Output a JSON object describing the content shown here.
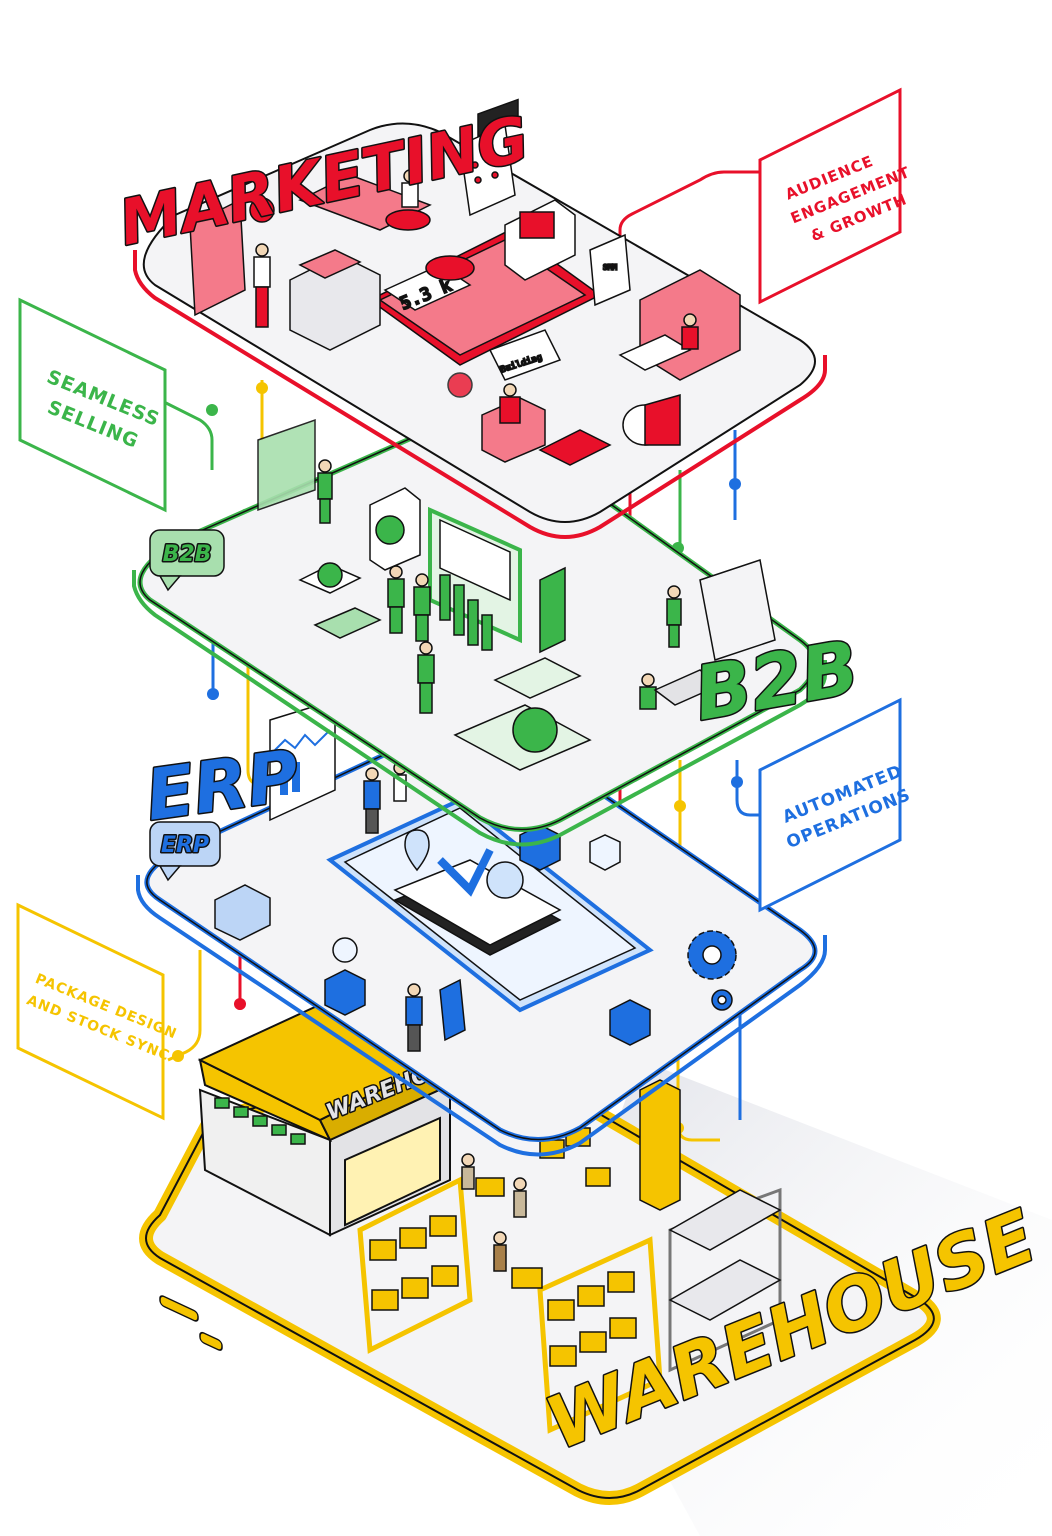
{
  "layers": {
    "marketing": {
      "title": "MARKETING",
      "color": "#e8102a"
    },
    "b2b": {
      "title": "B2B",
      "color": "#3bb54a",
      "badge": "B2B"
    },
    "erp": {
      "title": "ERP",
      "color": "#1e6fe0",
      "badge": "ERP"
    },
    "warehouse": {
      "title": "WAREHOUSE",
      "color": "#f5c400",
      "sign": "WAREHOUSE"
    }
  },
  "callouts": {
    "audience": {
      "lines": [
        "AUDIENCE",
        "ENGAGEMENT",
        "& GROWTH"
      ]
    },
    "seamless": {
      "lines": [
        "SEAMLESS",
        "SELLING"
      ]
    },
    "automated": {
      "lines": [
        "AUTOMATED",
        "OPERATIONS"
      ]
    },
    "package": {
      "lines": [
        "PACKAGE DESIGN",
        "AND STOCK SYNC"
      ]
    }
  },
  "screen": {
    "metric": "5.3 k",
    "sub_badge": "SMM",
    "tag": "Building"
  },
  "icons": [
    "lightbulb-icon",
    "calendar-icon",
    "chat-bubble-icon",
    "megaphone-icon",
    "money-icon",
    "calculator-icon",
    "pie-chart-icon",
    "gear-icon",
    "map-pin-icon",
    "box-icon"
  ]
}
